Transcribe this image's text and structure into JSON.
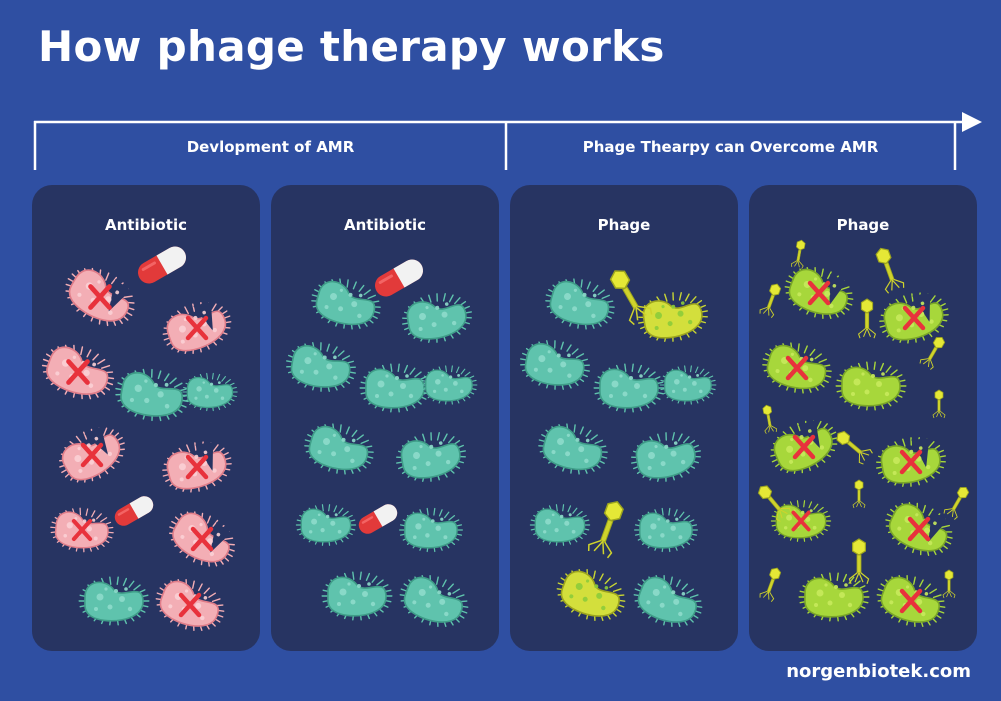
{
  "title": "How phage therapy works",
  "timeline": {
    "stage_1": "Devlopment of AMR",
    "stage_2": "Phage Thearpy can Overcome AMR"
  },
  "panels": [
    {
      "label": "Antibiotic"
    },
    {
      "label": "Antibiotic"
    },
    {
      "label": "Phage"
    },
    {
      "label": "Phage"
    }
  ],
  "footer": "norgenbiotek.com",
  "colors": {
    "background": "#2f4fa2",
    "panel": "#273462",
    "resistant_bacteria": "#5fc3ad",
    "killed_bacteria": "#f3aeb5",
    "infected_bacteria": "#d3df3c",
    "phage_lysed_bacteria": "#a7d73b",
    "kill_mark": "#e8323c",
    "pill_red": "#e23a3a"
  },
  "icons": [
    "bacterium-icon",
    "pill-icon",
    "phage-icon",
    "x-mark-icon"
  ]
}
